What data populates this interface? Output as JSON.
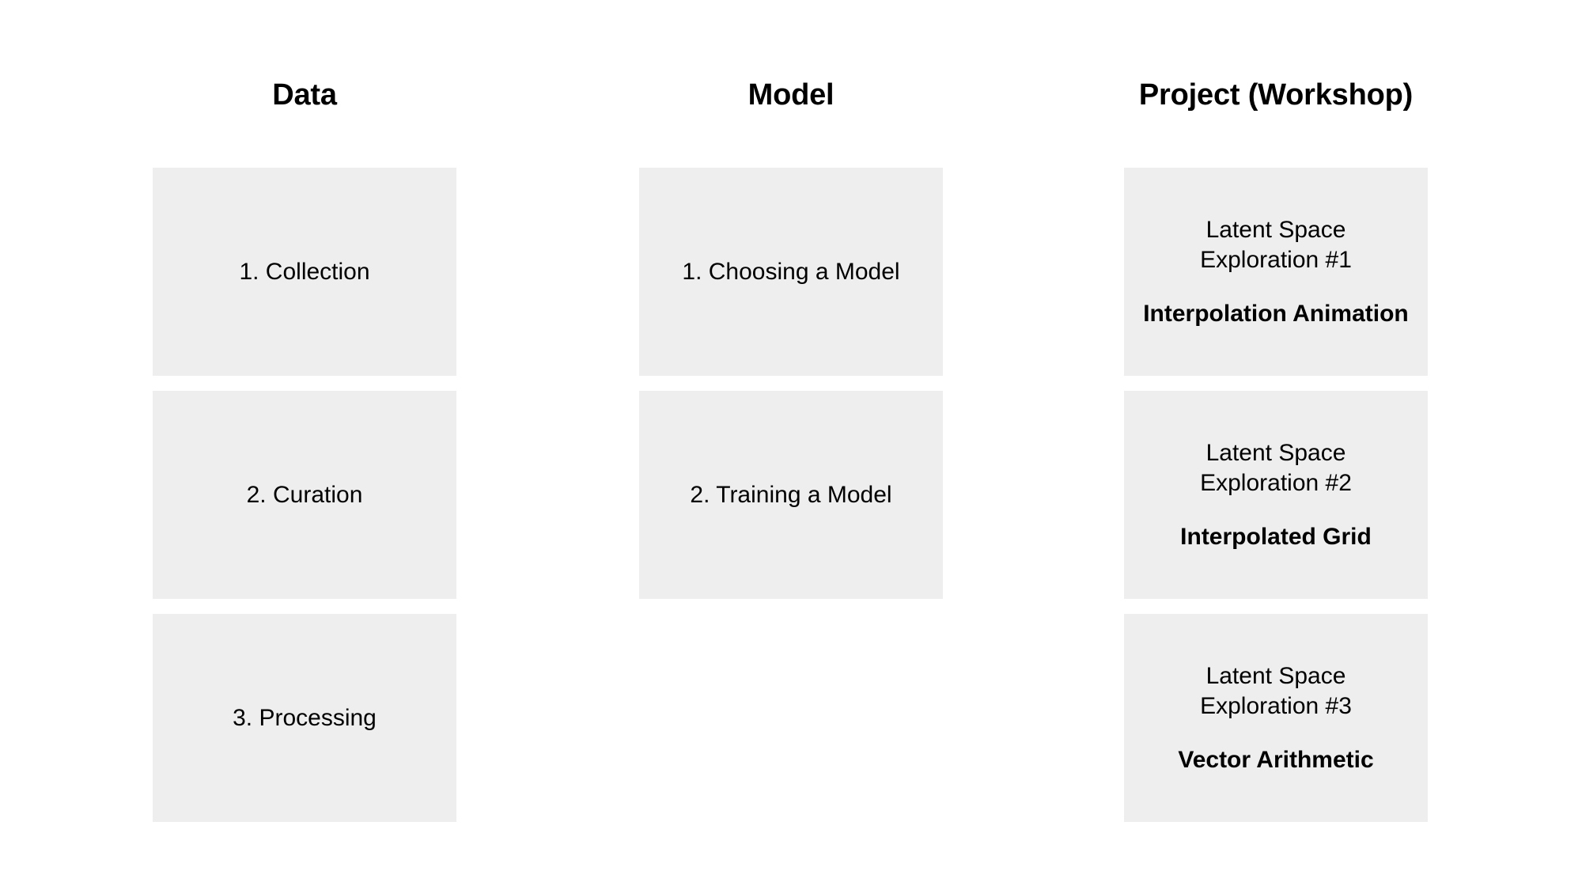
{
  "page": {
    "background_color": "#ffffff",
    "card_color": "#eeeeee",
    "text_color": "#000000"
  },
  "columns": [
    {
      "id": "data",
      "title": "Data",
      "cards": [
        {
          "label": "1. Collection"
        },
        {
          "label": "2. Curation"
        },
        {
          "label": "3. Processing"
        }
      ]
    },
    {
      "id": "model",
      "title": "Model",
      "cards": [
        {
          "label": "1. Choosing a Model"
        },
        {
          "label": "2. Training a Model"
        }
      ]
    },
    {
      "id": "project",
      "title": "Project (Workshop)",
      "cards": [
        {
          "subtitle": "Latent Space Exploration #1",
          "emphasis": "Interpolation Animation"
        },
        {
          "subtitle": "Latent Space Exploration #2",
          "emphasis": "Interpolated Grid"
        },
        {
          "subtitle": "Latent Space Exploration #3",
          "emphasis": "Vector Arithmetic"
        }
      ]
    }
  ]
}
